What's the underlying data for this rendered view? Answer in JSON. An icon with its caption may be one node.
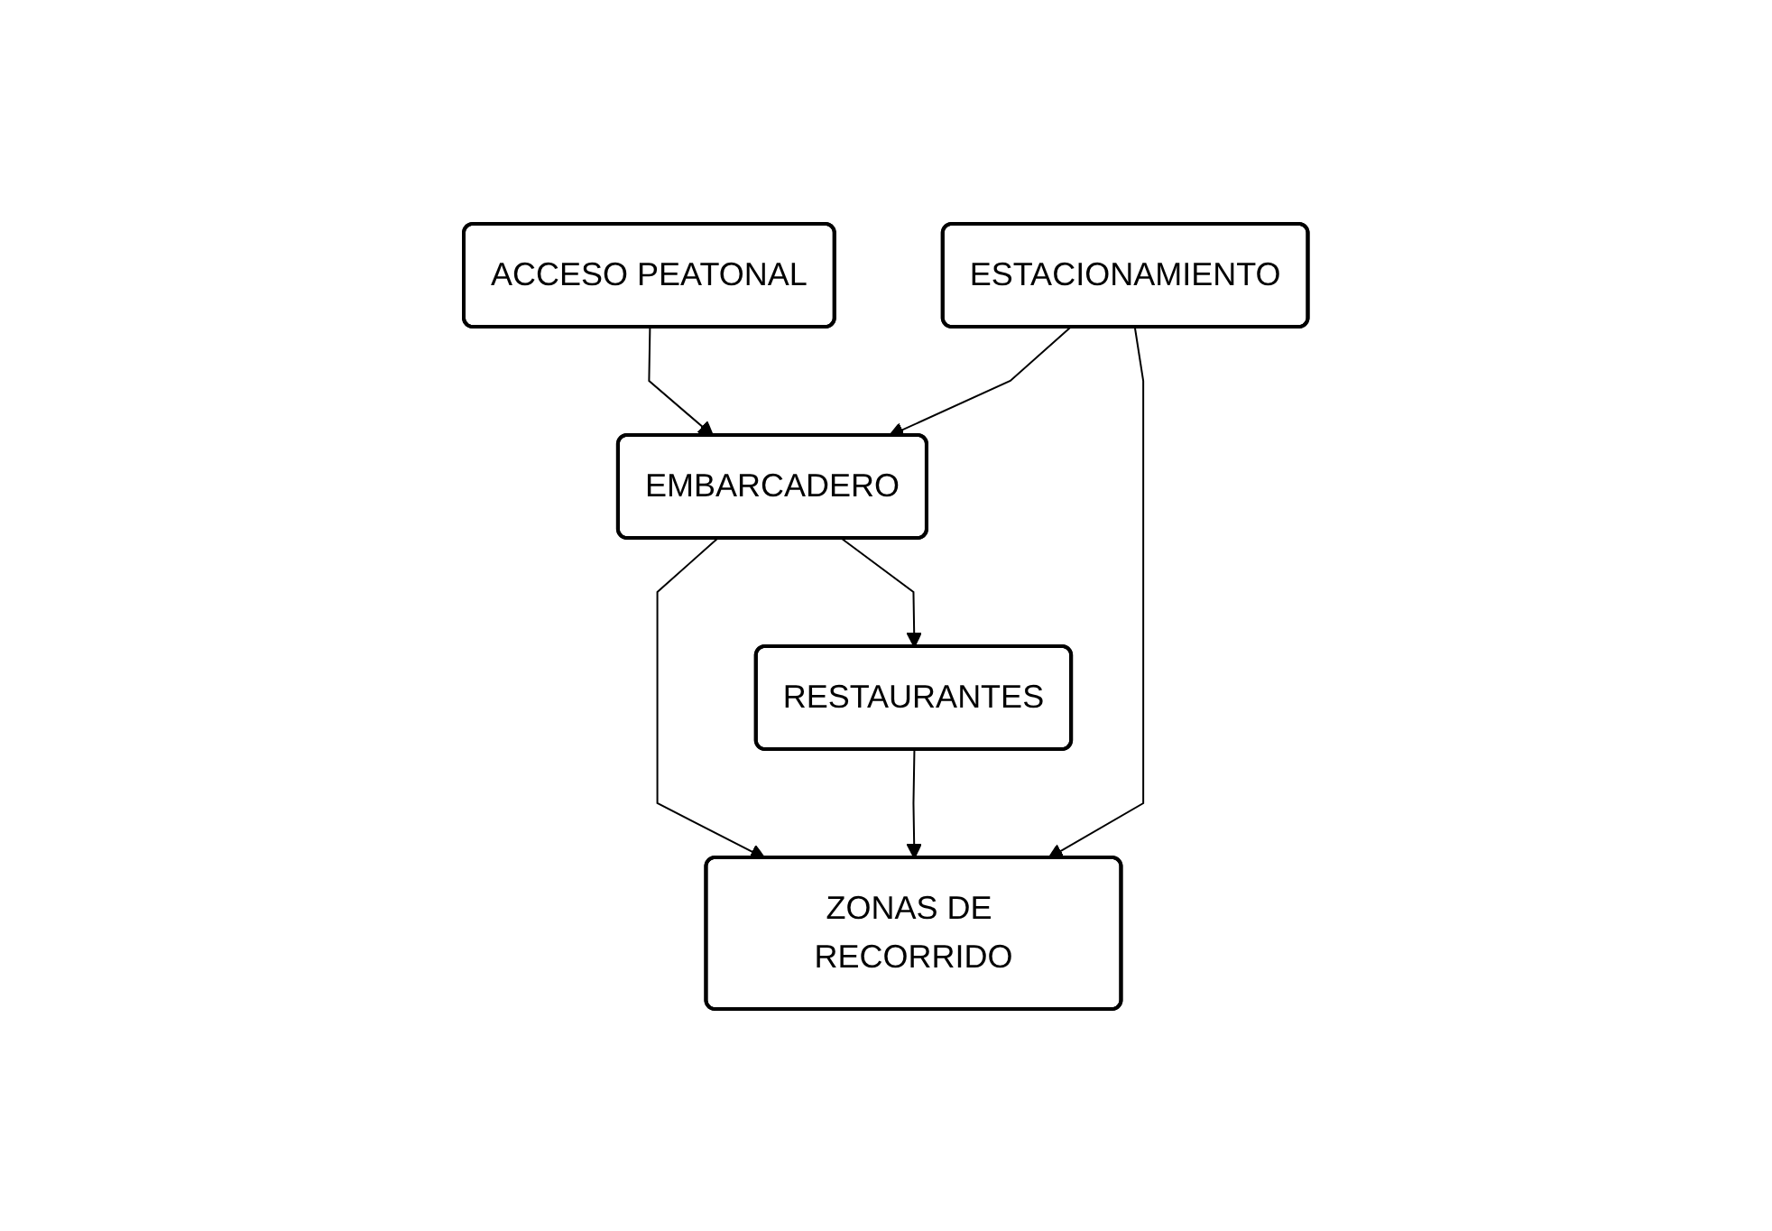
{
  "diagram": {
    "nodes": [
      {
        "text": [
          "ACCESO PEATONAL"
        ]
      },
      {
        "text": [
          "ESTACIONAMIENTO"
        ]
      },
      {
        "text": [
          "EMBARCADERO"
        ]
      },
      {
        "text": [
          "ZONAS DE RECORRIDO"
        ]
      },
      {
        "text": [
          "RESTAURANTES"
        ]
      }
    ],
    "edges": [
      {
        "from": 0,
        "to": 2,
        "arrow": "to"
      },
      {
        "from": 1,
        "to": 2,
        "arrow": "to"
      },
      {
        "from": 1,
        "to": 3,
        "arrow": "to"
      },
      {
        "from": 2,
        "to": 3,
        "arrow": "to"
      },
      {
        "from": 2,
        "to": 4,
        "arrow": "to"
      },
      {
        "from": 4,
        "to": 3,
        "arrow": "to"
      }
    ]
  }
}
